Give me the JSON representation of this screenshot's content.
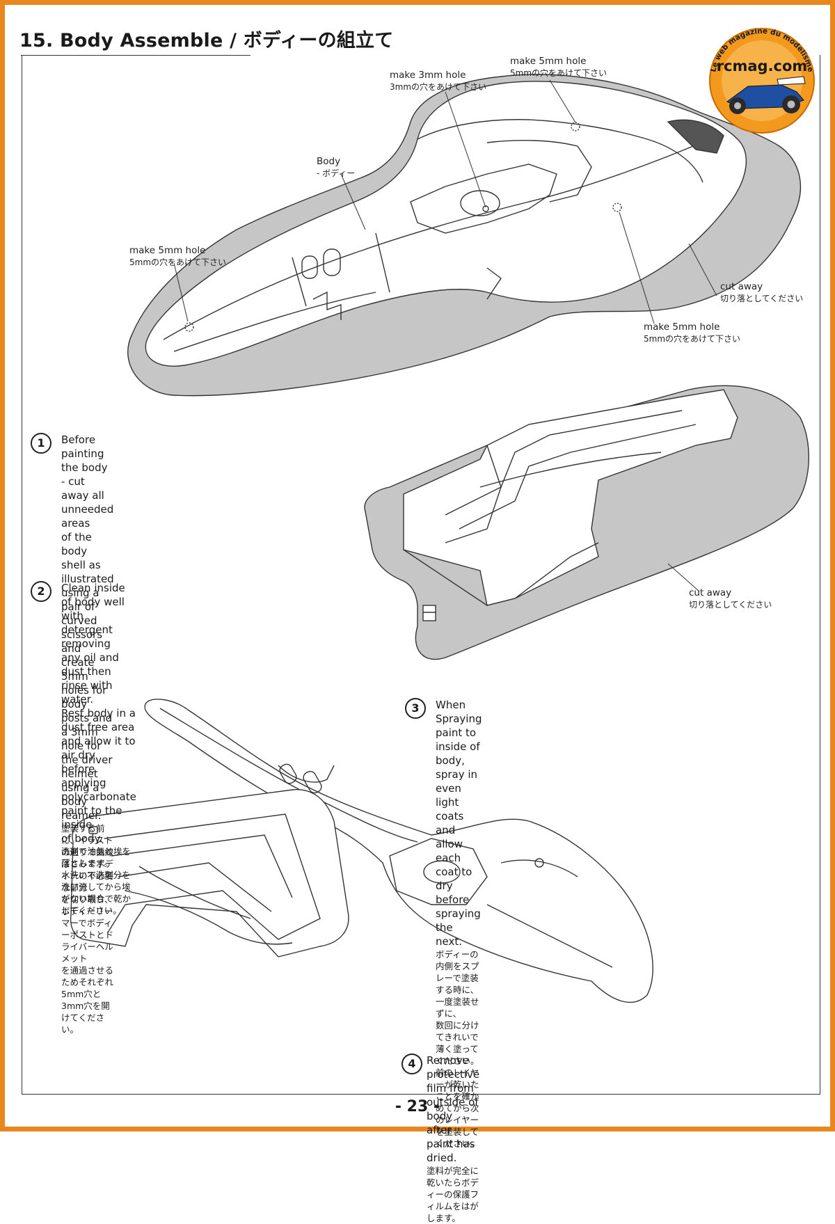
{
  "header": {
    "title": "15. Body Assemble / ボディーの組立て"
  },
  "logo": {
    "brand": "rcmag.com",
    "tagline": "Le web magazine du modelisme"
  },
  "top_illustration": {
    "labels": {
      "hole_3mm_en": "make 3mm hole",
      "hole_3mm_jp": "3mmの穴をあけて下さい",
      "hole_5mm_top_en": "make 5mm hole",
      "hole_5mm_top_jp": "5mmの穴をあけて下さい",
      "body_en": "Body",
      "body_jp": "- ボディー",
      "hole_5mm_left_en": "make 5mm hole",
      "hole_5mm_left_jp": "5mmの穴をあけて下さい",
      "cut_away_en": "cut away",
      "cut_away_jp": "切り落としてください",
      "hole_5mm_right_en": "make 5mm hole",
      "hole_5mm_right_jp": "5mmの穴をあけて下さい"
    }
  },
  "middle_illustration": {
    "labels": {
      "cut_away_en": "cut away",
      "cut_away_jp": "切り落としてください"
    }
  },
  "steps": [
    {
      "number": "1",
      "en": [
        "Before painting the body - cut away all unneeded areas",
        "of the body shell as illustrated using a pair of curved",
        "scissors and create 5mm holes for body posts and a 3mm",
        "hole for the driver helmet using a body reamer."
      ],
      "jp": [
        "塗装する前に、イラストの通りで曲線ばさみでボディーの不必要な部分",
        "を切り取り、ボディーリーマーでボディーポストとドライバーヘルメット",
        "を通過させるためそれぞれ5mm穴と3mm穴を開けてください。"
      ]
    },
    {
      "number": "2",
      "en": [
        "Clean inside of body well with detergent removing",
        "any oil and dust then rinse with water.",
        "Rest body in a dust free area and allow it to air dry",
        "before applying polycarbonate paint to the inside",
        "of body."
      ],
      "jp": [
        "洗剤で油気と埃を落とします。",
        "水洗いで洗剤分を洗い流してから埃がない場合で乾かしてください。"
      ]
    },
    {
      "number": "3",
      "en": [
        "When Spraying paint to inside of body, spray in even light coats",
        "and allow each coat to dry before spraying the next."
      ],
      "jp": [
        "ボディーの内側をスプレーで塗装する時に、一度塗装せずに、",
        "数回に分けてきれいで薄く塗ってください。",
        "前のレイヤーが乾いたことを確かめてから次のレイヤーを塗装してください。"
      ]
    },
    {
      "number": "4",
      "en": [
        "Remove protective film from outside of body after paint has dried."
      ],
      "jp": [
        "塗料が完全に乾いたらボディーの保護フィルムをはがします。"
      ]
    }
  ],
  "footer": {
    "page_number": "- 23 -"
  }
}
